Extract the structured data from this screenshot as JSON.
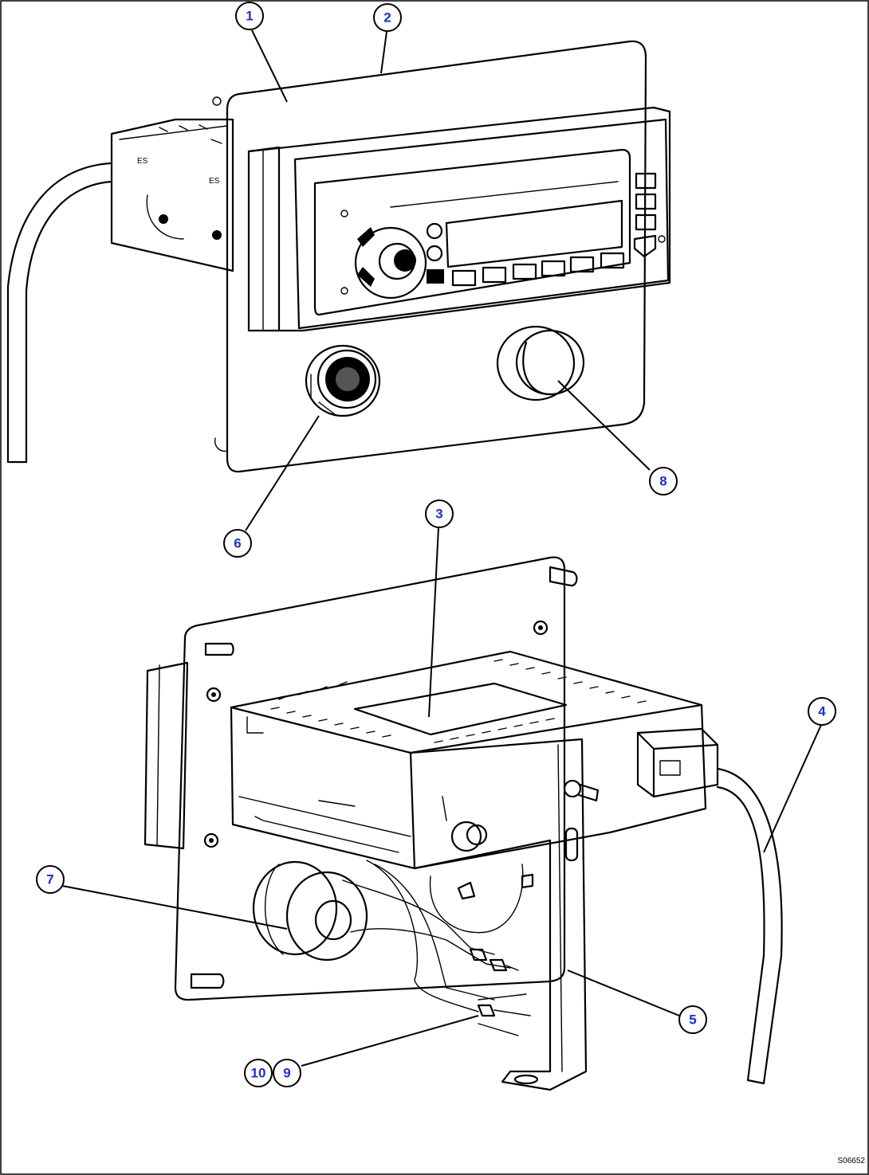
{
  "callouts": [
    {
      "id": "1",
      "label": "1"
    },
    {
      "id": "2",
      "label": "2"
    },
    {
      "id": "3",
      "label": "3"
    },
    {
      "id": "4",
      "label": "4"
    },
    {
      "id": "5",
      "label": "5"
    },
    {
      "id": "6",
      "label": "6"
    },
    {
      "id": "7",
      "label": "7"
    },
    {
      "id": "8",
      "label": "8"
    },
    {
      "id": "9",
      "label": "9"
    },
    {
      "id": "10",
      "label": "10"
    }
  ],
  "drawing_code": "S06652",
  "colors": {
    "callout_text": "#1a2fd6",
    "line": "#000000",
    "background": "#ffffff"
  }
}
